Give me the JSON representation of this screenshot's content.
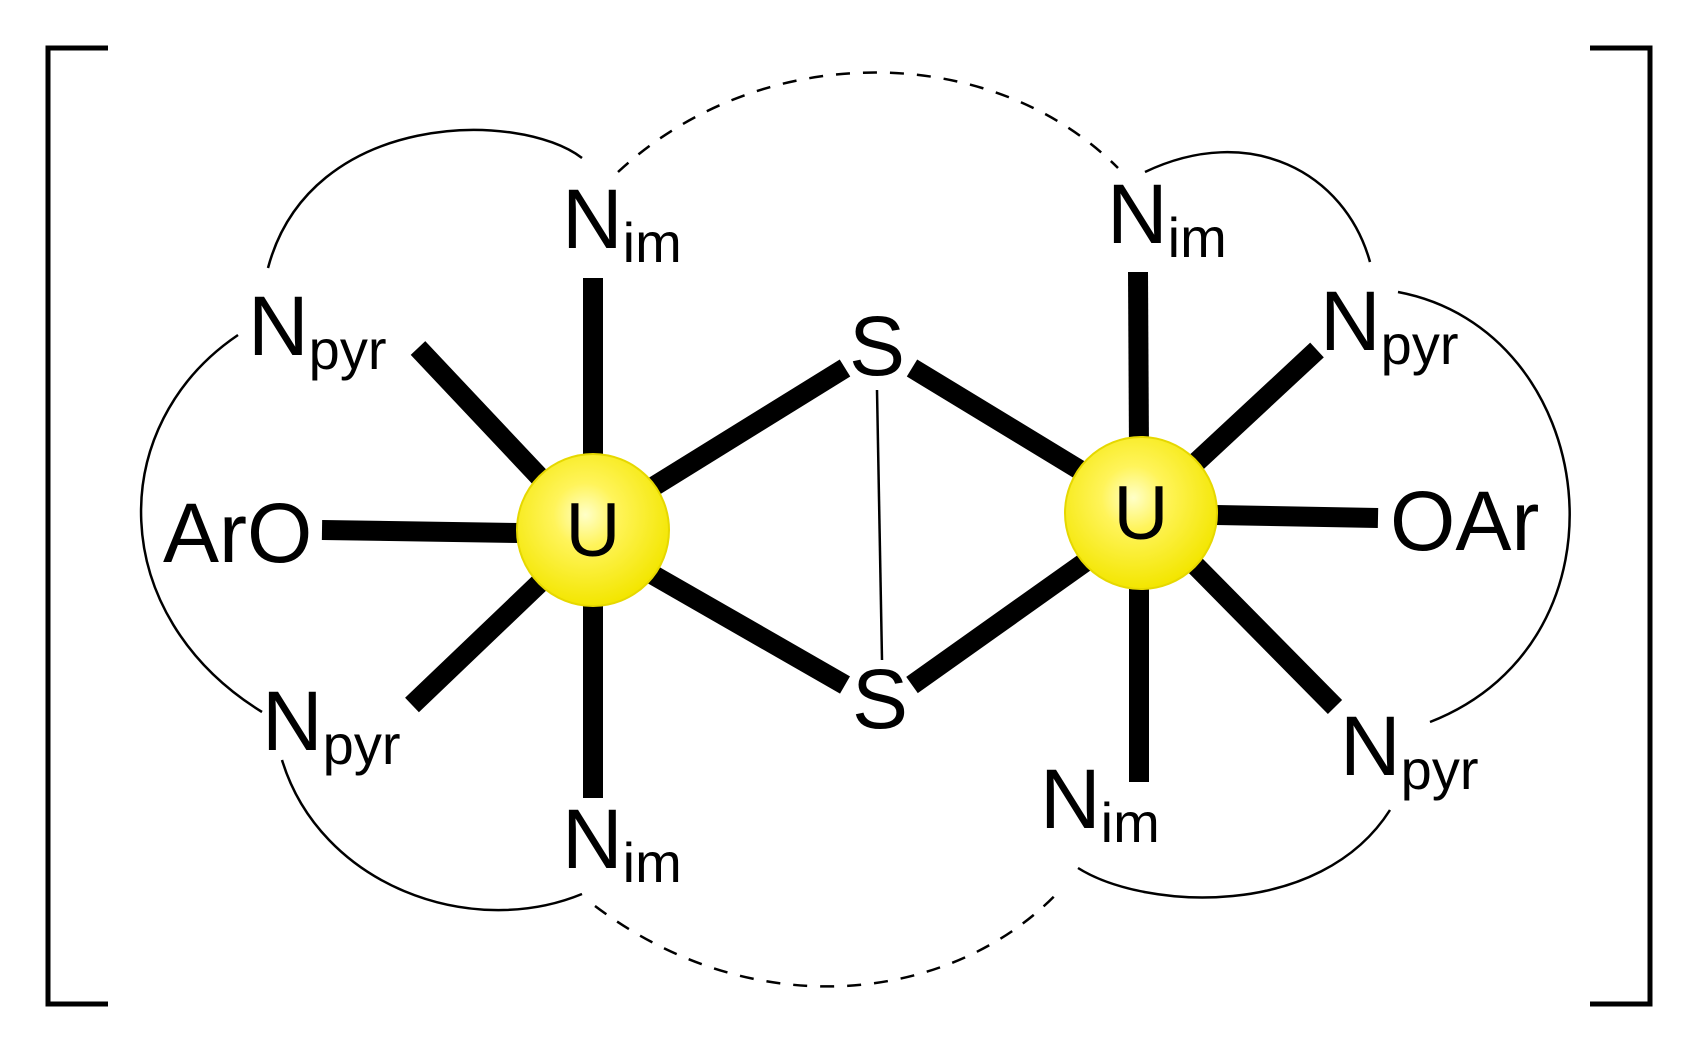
{
  "colors": {
    "uranium_fill": "#fff200",
    "uranium_edge": "#e6d800",
    "bond": "#000000",
    "background": "#ffffff"
  },
  "atoms": {
    "u_left": "U",
    "u_right": "U",
    "s_top": "S",
    "s_bottom": "S",
    "o_left": "ArO",
    "o_right": "OAr",
    "n_letter": "N",
    "sub_im": "im",
    "sub_pyr": "pyr"
  }
}
